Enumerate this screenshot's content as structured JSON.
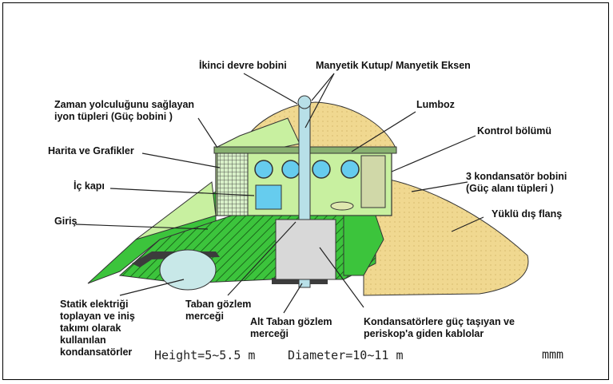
{
  "labels": {
    "ikinci_devre": "İkinci devre bobini",
    "manyetik_kutup": "Manyetik Kutup/ Manyetik Eksen",
    "zaman_yolculugu": "Zaman yolculuğunu sağlayan\niyon tüpleri (Güç bobini )",
    "lumboz": "Lumboz",
    "kontrol": "Kontrol bölümü",
    "harita": "Harita ve Grafikler",
    "kondansator_bobini": "3 kondansatör bobini\n(Güç alanı tüpleri )",
    "ic_kapi": "İç kapı",
    "giris": "Giriş",
    "yuklu_flans": "Yüklü dış flanş",
    "statik": "Statik elektriği\ntoplayan ve iniş\ntakımı olarak\nkullanılan\nkondansatörler",
    "taban_gozlem": "Taban gözlem\nmerceği",
    "alt_taban": "Alt Taban gözlem\nmerceği",
    "kablolar": "Kondansatörlere güç taşıyan ve\nperiskop'a giden kablolar"
  },
  "footer": {
    "height": "Height=5~5.5 m",
    "diameter": "Diameter=10~11 m",
    "signature": "mmm"
  },
  "colors": {
    "hull_green": "#3cc43c",
    "light_green": "#c8f0a0",
    "sand": "#f0d890",
    "column": "#b8e0e8",
    "dark": "#3c3c3c"
  }
}
